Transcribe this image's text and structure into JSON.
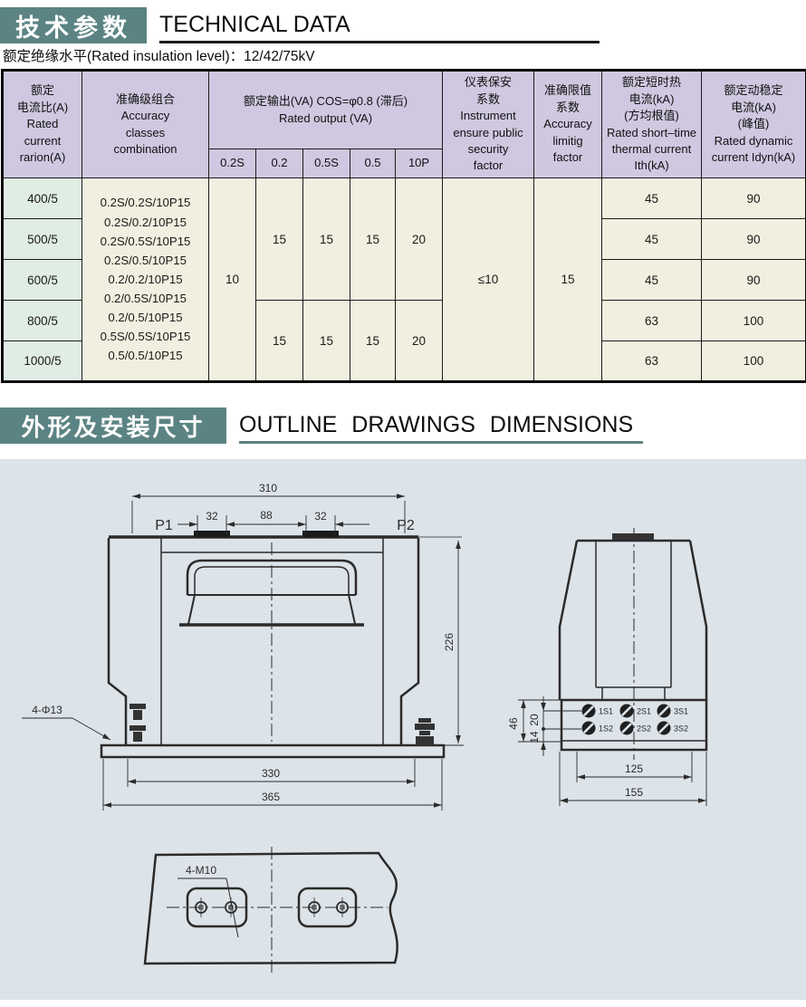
{
  "sections": {
    "technical": {
      "title_zh": "技术参数",
      "title_en": "TECHNICAL DATA",
      "subtitle": "额定绝缘水平(Rated insulation level)：12/42/75kV"
    },
    "outline": {
      "title_zh": "外形及安装尺寸",
      "title_en": "OUTLINE DRAWINGS DIMENSIONS"
    }
  },
  "table": {
    "header": {
      "col_ratio": "额定\n电流比(A)\nRated\ncurrent\nrarion(A)",
      "col_accuracy": "准确级组合\nAccuracy\nclasses\ncombination",
      "col_output_group": "额定输出(VA) COS=φ0.8 (滞后)\nRated output (VA)",
      "output_subcols": [
        "0.2S",
        "0.2",
        "0.5S",
        "0.5",
        "10P"
      ],
      "col_instrument": "仪表保安\n系数\nInstrument\nensure public\nsecurity\nfactor",
      "col_accuracy_limit": "准确限值\n系数\nAccuracy\nlimitig\nfactor",
      "col_thermal": "额定短时热\n电流(kA)\n(方均根值)\nRated short–time\nthermal current\nIth(kA)",
      "col_dynamic": "额定动稳定\n电流(kA)\n(峰值)\nRated dynamic\ncurrent Idyn(kA)"
    },
    "body": {
      "ratios": [
        "400/5",
        "500/5",
        "600/5",
        "800/5",
        "1000/5"
      ],
      "accuracy_combinations": "0.2S/0.2S/10P15\n0.2S/0.2/10P15\n0.2S/0.5S/10P15\n0.2S/0.5/10P15\n0.2/0.2/10P15\n0.2/0.5S/10P15\n0.2/0.5/10P15\n0.5S/0.5S/10P15\n0.5/0.5/10P15",
      "output_02s": "10",
      "output_group_top": [
        "15",
        "15",
        "15",
        "20"
      ],
      "output_group_bottom": [
        "15",
        "15",
        "15",
        "20"
      ],
      "instrument_factor": "≤10",
      "accuracy_limit_factor": "15",
      "thermal_current": [
        "45",
        "45",
        "45",
        "63",
        "63"
      ],
      "dynamic_current": [
        "90",
        "90",
        "90",
        "100",
        "100"
      ]
    }
  },
  "drawings": {
    "front": {
      "p1": "P1",
      "p2": "P2",
      "dim_310": "310",
      "dim_32a": "32",
      "dim_88": "88",
      "dim_32b": "32",
      "dim_226": "226",
      "dim_330": "330",
      "dim_365": "365",
      "label_holes": "4-Φ13"
    },
    "side": {
      "dim_46": "46",
      "dim_20": "20",
      "dim_14": "14",
      "dim_125": "125",
      "dim_155": "155",
      "terminals": [
        "1S1",
        "2S1",
        "3S1",
        "1S2",
        "2S2",
        "3S2"
      ]
    },
    "bottom": {
      "label_holes": "4-M10"
    }
  },
  "colors": {
    "accent_teal": "#5b8383",
    "table_header_bg": "#cfc8e0",
    "ratio_cell_bg": "#e0ede5",
    "cell_bg": "#f1efdf",
    "drawing_bg": "#dce3e9"
  }
}
